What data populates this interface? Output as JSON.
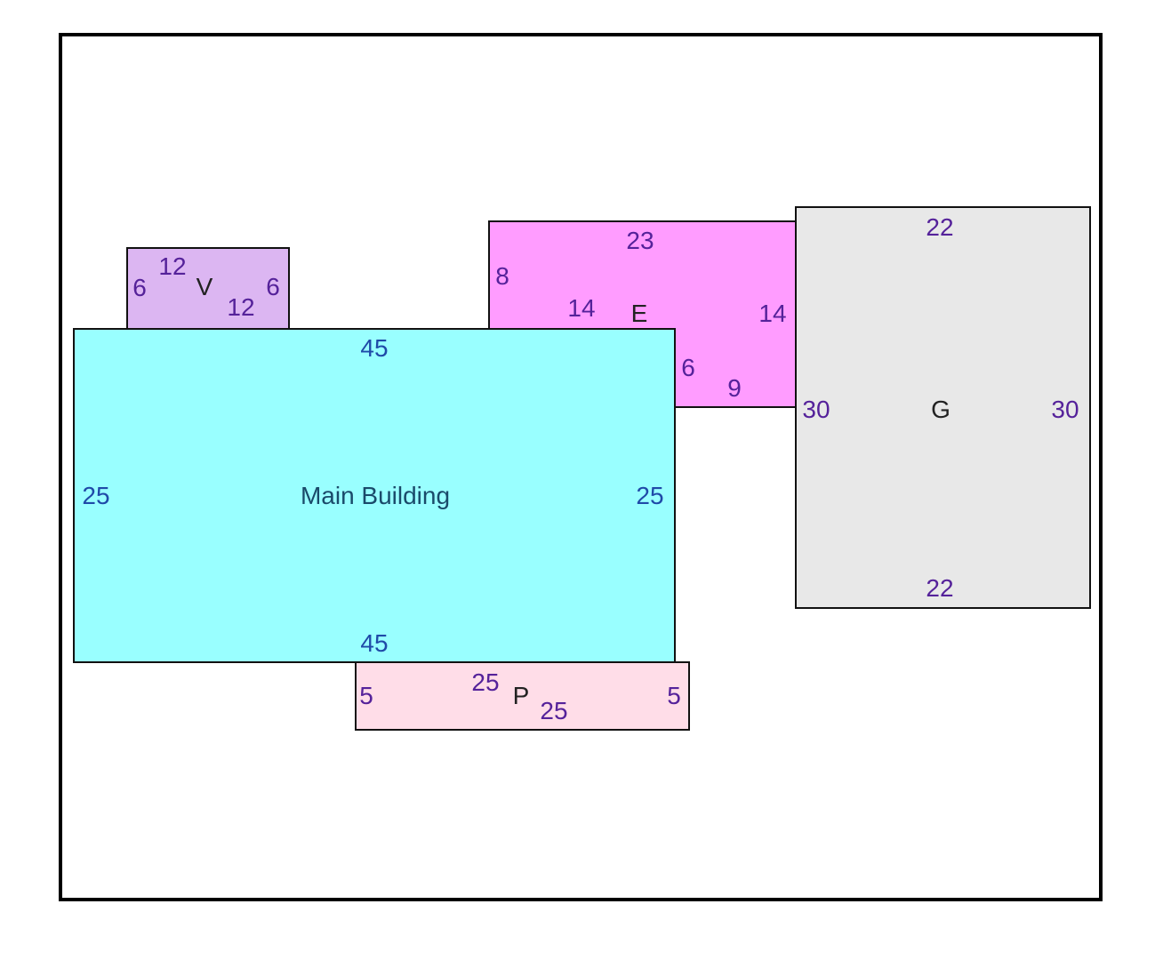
{
  "areas": {
    "main": {
      "name": "Main Building",
      "top": "45",
      "bottom": "45",
      "left": "25",
      "right": "25",
      "fill": "#99ffff"
    },
    "v": {
      "name": "V",
      "left": "6",
      "right": "6",
      "top": "12",
      "bottom": "12",
      "fill": "#dcb6f2"
    },
    "e": {
      "name": "E",
      "top": "23",
      "left": "8",
      "inner_left": "14",
      "right": "14",
      "inner_step": "6",
      "bottom": "9",
      "fill": "#ff9cff"
    },
    "g": {
      "name": "G",
      "top": "22",
      "bottom": "22",
      "left": "30",
      "right": "30",
      "fill": "#e8e8e8"
    },
    "p": {
      "name": "P",
      "left": "5",
      "right": "5",
      "top": "25",
      "bottom": "25",
      "fill": "#ffdde8"
    }
  }
}
